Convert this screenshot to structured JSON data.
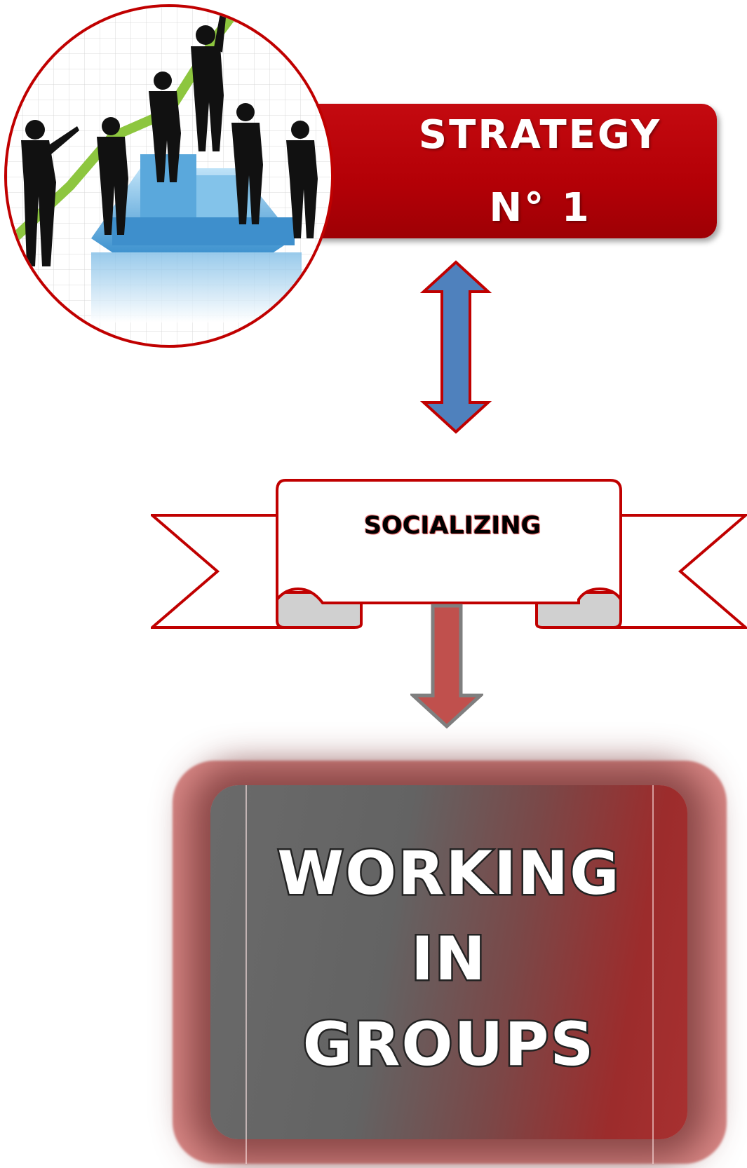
{
  "strategy": {
    "line1": "STRATEGY",
    "line2": "N° 1"
  },
  "ribbon": {
    "label": "SOCIALIZING"
  },
  "group": {
    "line1": "WORKING",
    "line2": "IN",
    "line3": "GROUPS"
  },
  "colors": {
    "brand_red": "#b30006",
    "arrow_blue": "#4f81bd",
    "arrow_red": "#c0504d",
    "outline_red": "#c00000",
    "ribbon_fold": "#d0d0d0"
  },
  "icons": [
    "business-people-icon",
    "double-arrow-icon",
    "down-arrow-icon",
    "ribbon-banner-icon"
  ]
}
